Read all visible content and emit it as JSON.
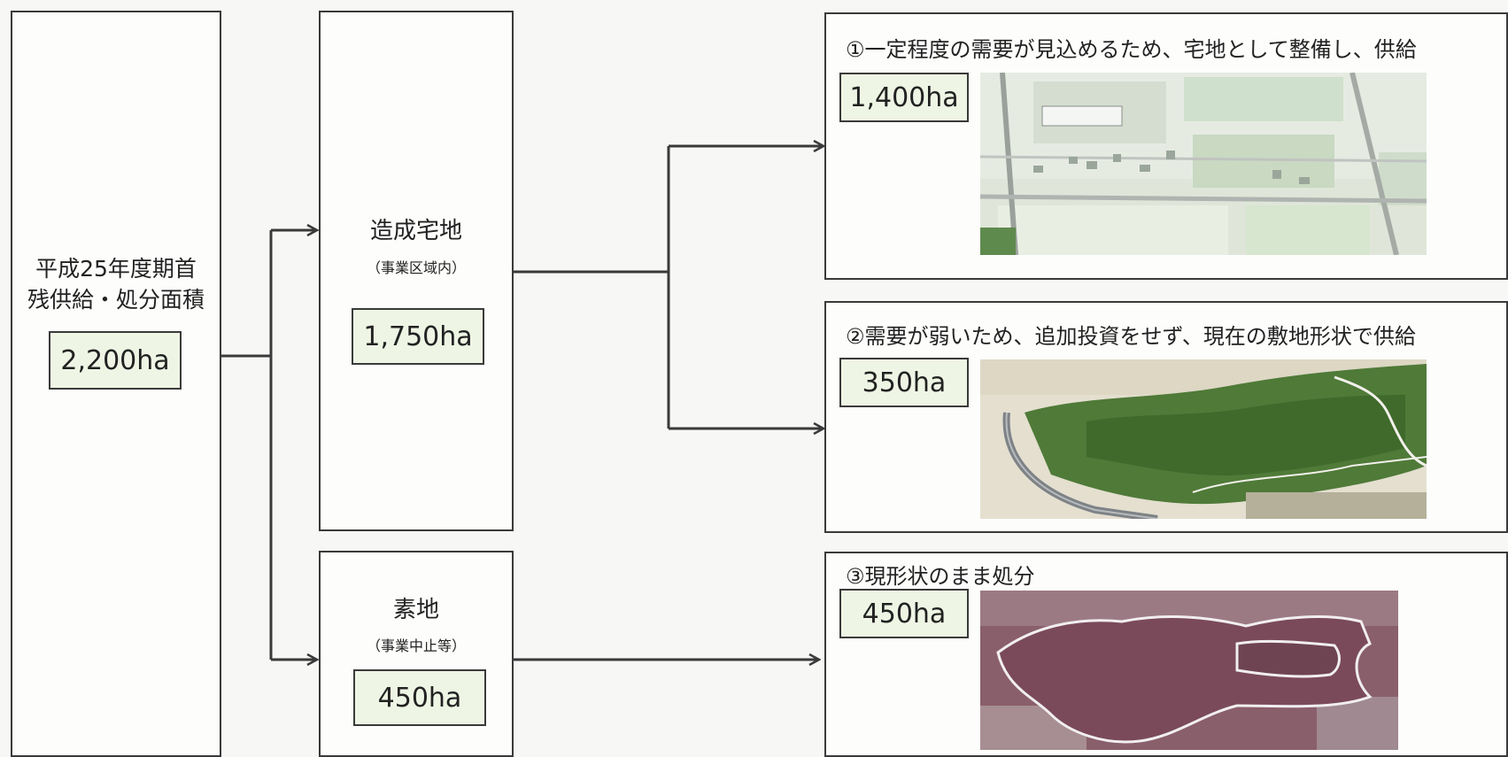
{
  "total": {
    "title_line1": "平成25年度期首",
    "title_line2": "残供給・処分面積",
    "value": "2,200ha"
  },
  "developed": {
    "title": "造成宅地",
    "sub": "（事業区域内）",
    "value": "1,750ha"
  },
  "raw": {
    "title": "素地",
    "sub": "（事業中止等）",
    "value": "450ha"
  },
  "outcomes": [
    {
      "caption": "①一定程度の需要が見込めるため、宅地として整備し、供給",
      "value": "1,400ha",
      "photo": "aerial-photo-residential-development"
    },
    {
      "caption": "②需要が弱いため、追加投資をせず、現在の敷地形状で供給",
      "value": "350ha",
      "photo": "aerial-photo-forested-site"
    },
    {
      "caption": "③現形状のまま処分",
      "value": "450ha",
      "photo": "aerial-photo-outlined-raw-land"
    }
  ],
  "colors": {
    "value_box": "#eef5e4",
    "line": "#3a3a3a"
  }
}
